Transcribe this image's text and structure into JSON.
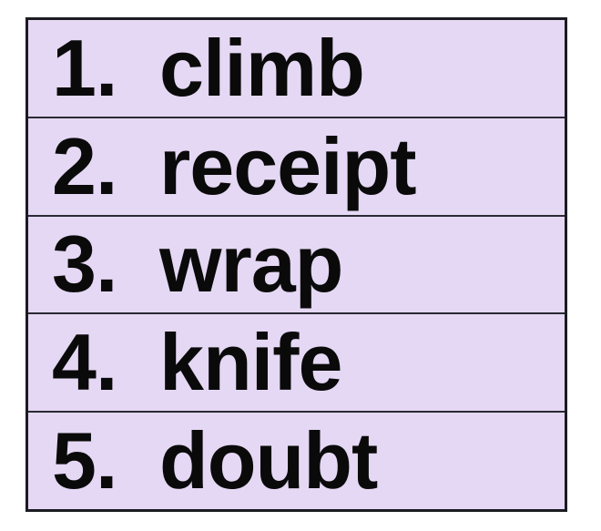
{
  "document": {
    "kind": "word-list-table",
    "row_count": 5,
    "colors": {
      "row_fill": "#e5d8f4",
      "border": "#1b1b22",
      "divider": "#2a2a33",
      "text": "#0a0a0a",
      "page_background": "#ffffff"
    },
    "rows": [
      {
        "number": "1.",
        "word": "climb"
      },
      {
        "number": "2.",
        "word": "receipt"
      },
      {
        "number": "3.",
        "word": "wrap"
      },
      {
        "number": "4.",
        "word": "knife"
      },
      {
        "number": "5.",
        "word": "doubt"
      }
    ]
  }
}
